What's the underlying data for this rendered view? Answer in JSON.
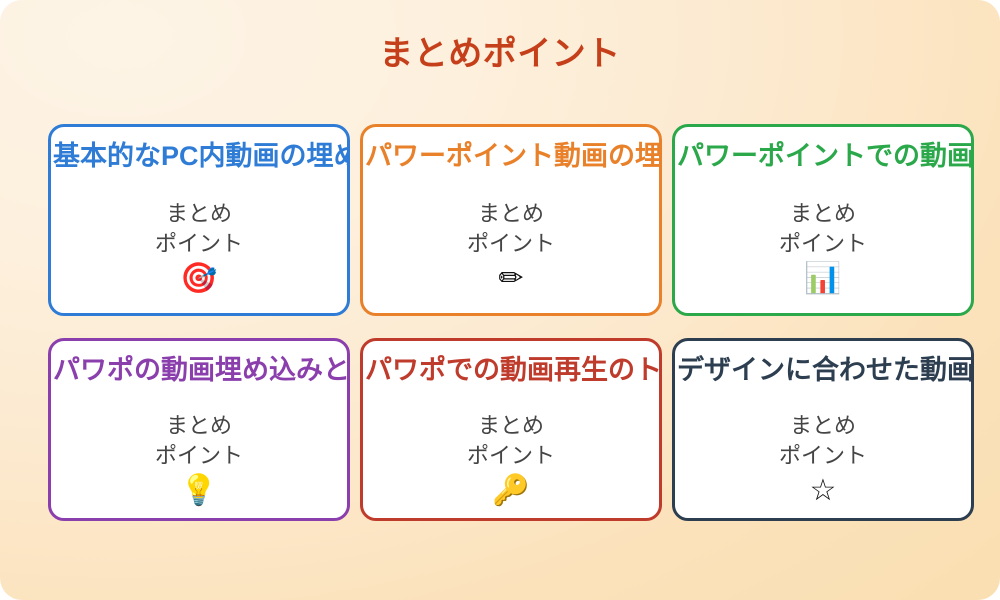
{
  "slide": {
    "title": "まとめポイント",
    "title_color": "#c5401a",
    "background_from": "#fdf4e6",
    "background_to": "#fadfb2"
  },
  "cards": [
    {
      "title": "基本的なPC内動画の埋め",
      "body": "まとめ\nポイント",
      "icon": "🎯",
      "icon_name": "target-dart-icon",
      "color": "#2e7cd6"
    },
    {
      "title": "パワーポイント動画の埋め",
      "body": "まとめ\nポイント",
      "icon": "✏",
      "icon_name": "pencil-icon",
      "color": "#e8812a"
    },
    {
      "title": "パワーポイントでの動画の",
      "body": "まとめ\nポイント",
      "icon": "📊",
      "icon_name": "bar-chart-icon",
      "color": "#2ba84a"
    },
    {
      "title": "パワポの動画埋め込みとリ",
      "body": "まとめ\nポイント",
      "icon": "💡",
      "icon_name": "lightbulb-icon",
      "color": "#8b3fad"
    },
    {
      "title": "パワポでの動画再生のトリ",
      "body": "まとめ\nポイント",
      "icon": "🔑",
      "icon_name": "key-icon",
      "color": "#bf3b2c"
    },
    {
      "title": "デザインに合わせた動画の",
      "body": "まとめ\nポイント",
      "icon": "☆",
      "icon_name": "star-icon",
      "color": "#2c3e50"
    }
  ]
}
